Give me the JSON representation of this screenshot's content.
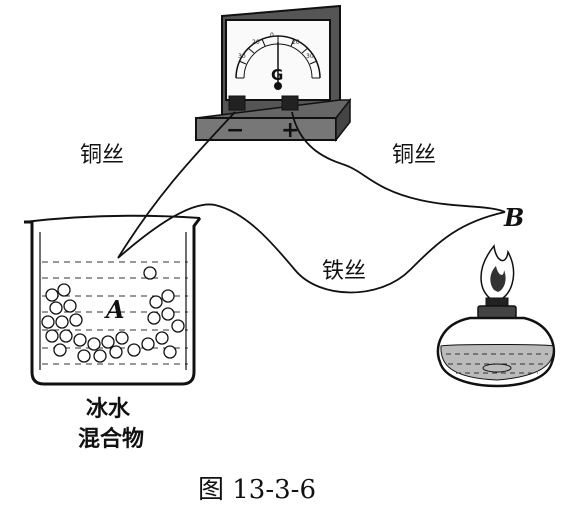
{
  "galvanometer": {
    "symbol": "G",
    "minus": "−",
    "plus": "+"
  },
  "labels": {
    "copper_left": "铜丝",
    "copper_right": "铜丝",
    "iron": "铁丝",
    "point_a": "A",
    "point_b": "B",
    "beaker_line1": "冰水",
    "beaker_line2": "混合物"
  },
  "caption": "图 13-3-6"
}
